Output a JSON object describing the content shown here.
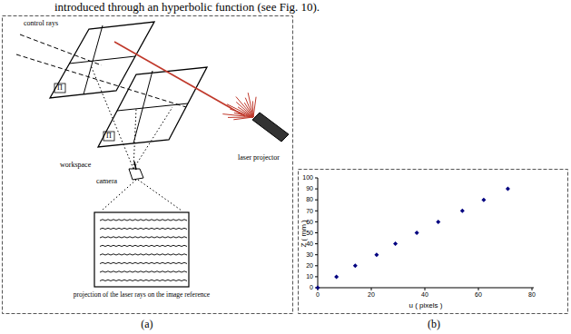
{
  "diagram": {
    "labels": [
      "introduced through an hyperbolic function (see Fig. 10).",
      "control rays",
      "Π",
      "Π",
      "workspace",
      "laser projector",
      "camera",
      "projection of the laser rays on the image reference",
      "(a)",
      "100",
      "90",
      "80",
      "70",
      "60",
      "50",
      "40",
      "30",
      "20",
      "10",
      "0",
      "0",
      "20",
      "40",
      "60",
      "80",
      "Z ( mm )",
      "u ( pixels )",
      "(b)"
    ]
  }
}
